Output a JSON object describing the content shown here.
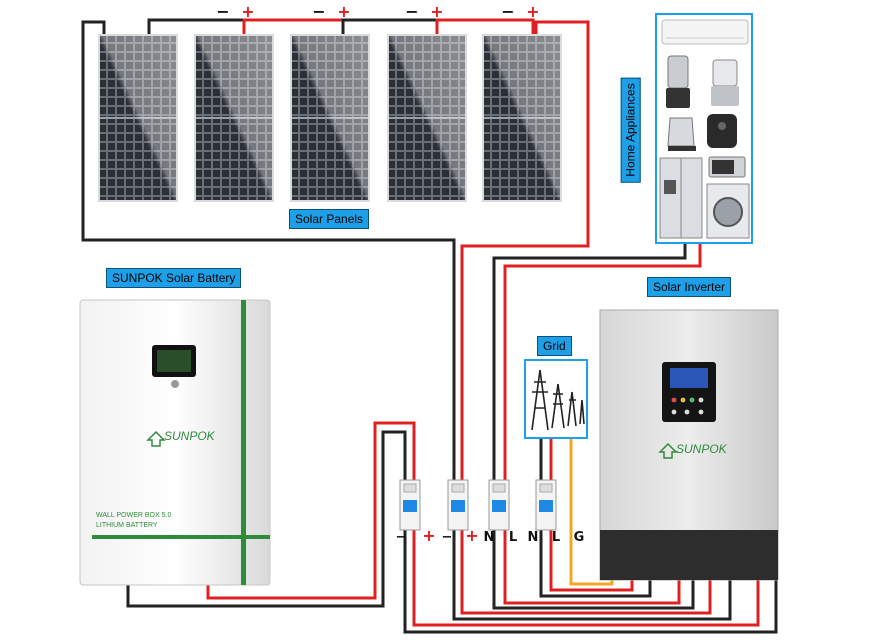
{
  "labels": {
    "solar_panels": "Solar Panels",
    "battery": "SUNPOK Solar Battery",
    "inverter": "Solar Inverter",
    "grid": "Grid",
    "appliances": "Home Appliances"
  },
  "panel_polarity": {
    "minus": "−",
    "plus": "+"
  },
  "battery_unit": {
    "brand": "SUNPOK",
    "model_line": "WALL POWER BOX  5.0",
    "sub_line": "LITHIUM BATTERY"
  },
  "inverter_unit": {
    "brand": "SUNPOK"
  },
  "terminals": [
    "−",
    "+",
    "−",
    "+",
    "N",
    "L",
    "N",
    "L",
    "G"
  ],
  "colors": {
    "label_bg": "#1ea0e8",
    "wire_red": "#e02020",
    "wire_black": "#222222",
    "wire_orange": "#f5a623",
    "battery_stripe": "#2e8b3a"
  }
}
